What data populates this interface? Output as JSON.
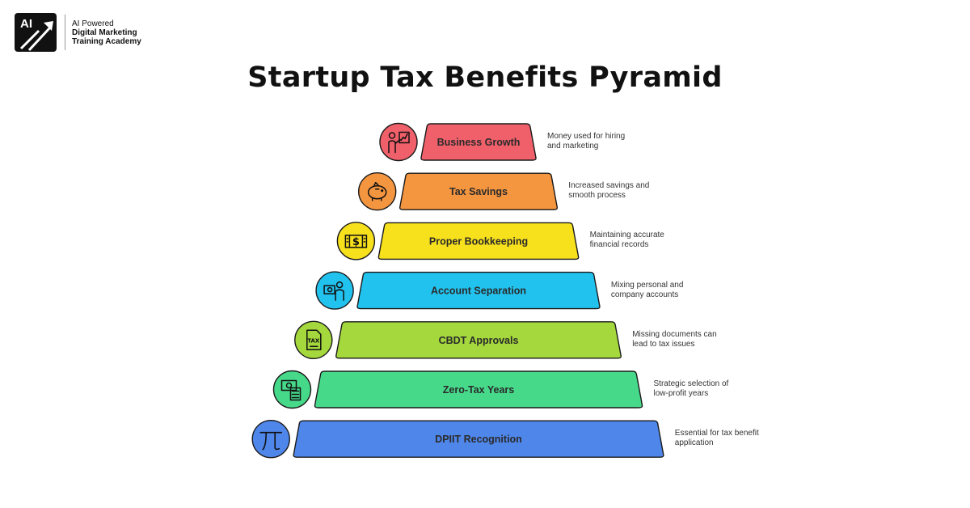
{
  "brand": {
    "logo_text": "AI",
    "line1": "AI Powered",
    "line2": "Digital Marketing",
    "line3": "Training Academy"
  },
  "title": "Startup Tax Benefits Pyramid",
  "levels": [
    {
      "label": "Business Growth",
      "desc1": "Money used for hiring",
      "desc2": "and marketing",
      "color": "#f0606a",
      "icon": "presentation-growth-icon"
    },
    {
      "label": "Tax Savings",
      "desc1": "Increased savings and",
      "desc2": "smooth process",
      "color": "#f4953f",
      "icon": "piggy-bank-icon"
    },
    {
      "label": "Proper Bookkeeping",
      "desc1": "Maintaining accurate",
      "desc2": "financial records",
      "color": "#f7e01c",
      "icon": "ledger-dollar-icon"
    },
    {
      "label": "Account Separation",
      "desc1": "Mixing personal and",
      "desc2": "company accounts",
      "color": "#22c2ee",
      "icon": "wallet-person-icon"
    },
    {
      "label": "CBDT Approvals",
      "desc1": "Missing documents can",
      "desc2": "lead to tax issues",
      "color": "#a4d83d",
      "icon": "tax-document-icon"
    },
    {
      "label": "Zero-Tax Years",
      "desc1": "Strategic selection of",
      "desc2": "low-profit years",
      "color": "#47d98a",
      "icon": "cash-calculator-icon"
    },
    {
      "label": "DPIIT Recognition",
      "desc1": "Essential for tax benefit",
      "desc2": "application",
      "color": "#4f86ea",
      "icon": "pi-symbol-icon"
    }
  ]
}
